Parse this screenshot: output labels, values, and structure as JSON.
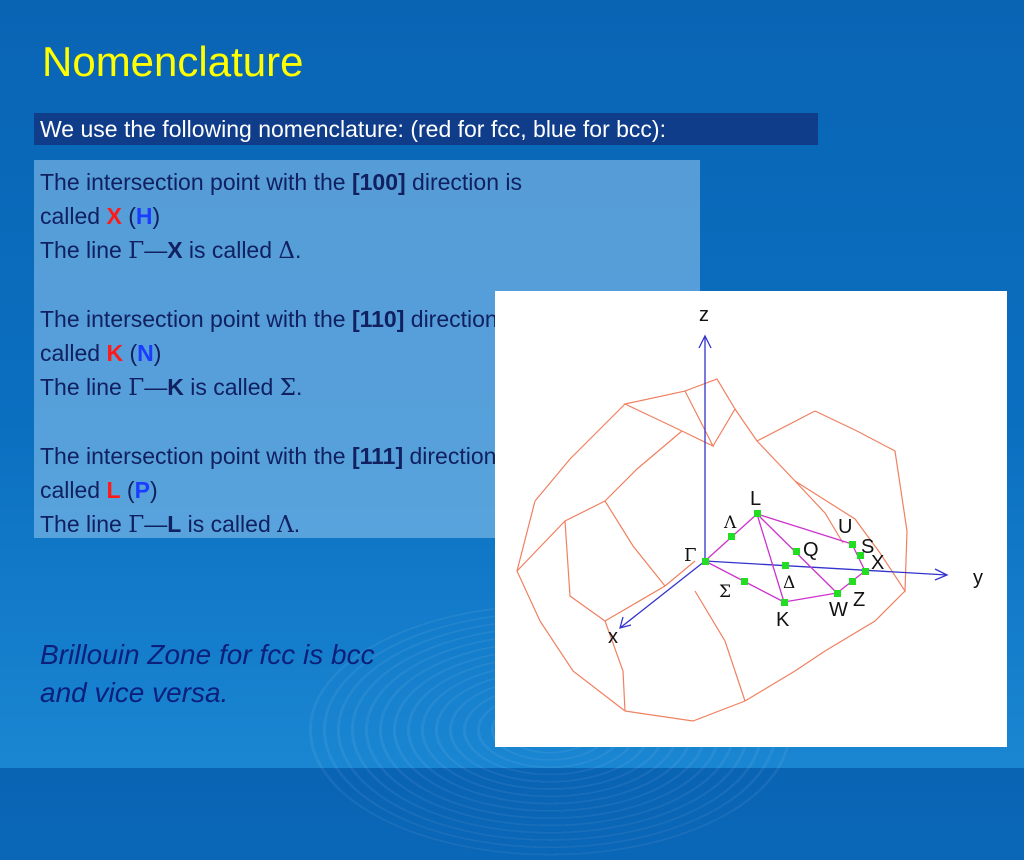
{
  "title": "Nomenclature",
  "intro": "We use the following nomenclature: (red for fcc, blue for bcc):",
  "items": [
    {
      "line1_before": "The intersection point with the ",
      "direction": "[100]",
      "line1_after": " direction is",
      "called": "called ",
      "fcc_point": "X",
      "open_paren": " (",
      "bcc_point": "H",
      "close_paren": ")",
      "line_prefix": "The line ",
      "gamma": "Γ",
      "dash": "—",
      "line_end": "X",
      "called_suffix": " is called ",
      "line_name": "Δ",
      "period": "."
    },
    {
      "line1_before": "The intersection point with the ",
      "direction": "[110]",
      "line1_after": " direction is",
      "called": "called ",
      "fcc_point": "K",
      "open_paren": " (",
      "bcc_point": "N",
      "close_paren": ")",
      "line_prefix": "The line ",
      "gamma": "Γ",
      "dash": "—",
      "line_end": "K",
      "called_suffix": " is called ",
      "line_name": "Σ",
      "period": "."
    },
    {
      "line1_before": "The intersection point with the ",
      "direction": "[111]",
      "line1_after": " direction is",
      "called": "called ",
      "fcc_point": "L",
      "open_paren": " (",
      "bcc_point": "P",
      "close_paren": ")",
      "line_prefix": "The line ",
      "gamma": "Γ",
      "dash": "—",
      "line_end": "L",
      "called_suffix": " is called ",
      "line_name": "Λ",
      "period": "."
    }
  ],
  "caption": {
    "line1": "Brillouin Zone for fcc is bcc",
    "line2": "and vice versa."
  },
  "diagram": {
    "axis_labels": {
      "z": "z",
      "y": "y",
      "x": "x"
    },
    "point_labels": {
      "gamma": "Γ",
      "L": "L",
      "Lambda": "Λ",
      "U": "U",
      "S": "S",
      "Q": "Q",
      "X": "X",
      "Delta": "Δ",
      "Sigma": "Σ",
      "Z": "Z",
      "W": "W",
      "K": "K"
    },
    "colors": {
      "edges": "#f08060",
      "axes": "#3333cc",
      "points": "#22dd22",
      "paths": "#cc33cc"
    }
  }
}
